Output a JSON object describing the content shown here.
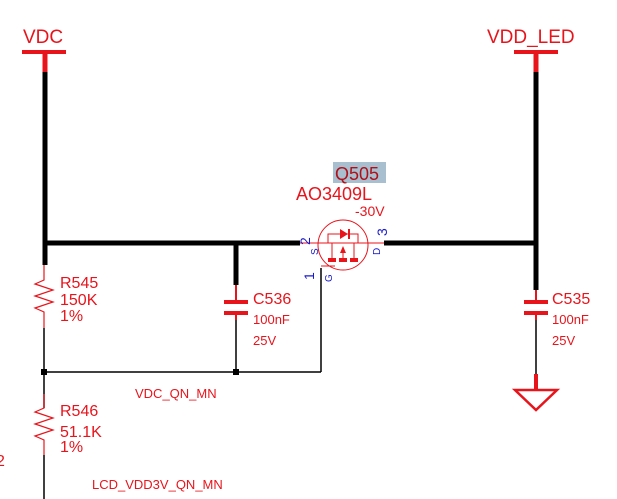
{
  "colors": {
    "wire": "#000000",
    "component": "#e8141c",
    "pin_label": "#1a1acc",
    "selection_highlight": "#a8bfd0",
    "background": "#ffffff"
  },
  "power_ports": [
    {
      "name": "VDC"
    },
    {
      "name": "VDD_LED"
    }
  ],
  "transistor": {
    "designator": "Q505",
    "part": "AO3409L",
    "rating": "-30V",
    "pins": {
      "gate_num": "1",
      "gate": "G",
      "source_num": "2",
      "source": "S",
      "drain_num": "3",
      "drain": "D"
    }
  },
  "resistors": [
    {
      "designator": "R545",
      "value": "150K",
      "tolerance": "1%"
    },
    {
      "designator": "R546",
      "value": "51.1K",
      "tolerance": "1%"
    }
  ],
  "capacitors": [
    {
      "designator": "C536",
      "value": "100nF",
      "voltage": "25V"
    },
    {
      "designator": "C535",
      "value": "100nF",
      "voltage": "25V"
    }
  ],
  "net_labels": {
    "vdc_qn": "VDC_QN_MN",
    "lcd_qn": "LCD_VDD3V_QN_MN",
    "partial_left": "2"
  },
  "ground": {
    "symbol": "ground"
  }
}
